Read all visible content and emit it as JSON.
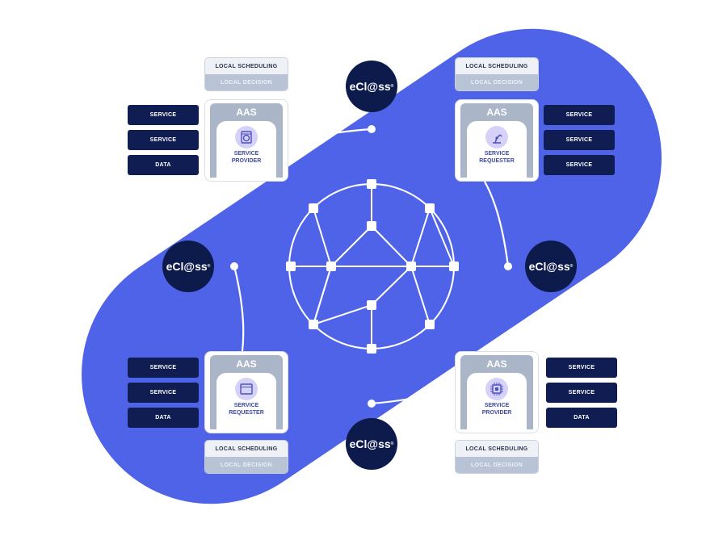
{
  "colors": {
    "blob": "#4f63e8",
    "navy": "#0f1d52",
    "line": "#ffffff"
  },
  "eclass_label": "eCl@ss",
  "eclass_mark": "®",
  "nodes": [
    {
      "id": "top-left",
      "aas": "AAS",
      "role": [
        "SERVICE",
        "PROVIDER"
      ],
      "icon": "washing-machine-icon",
      "buttons": [
        "SERVICE",
        "SERVICE",
        "DATA"
      ],
      "scheduling": "LOCAL SCHEDULING",
      "decision": "LOCAL DECISION"
    },
    {
      "id": "top-right",
      "aas": "AAS",
      "role": [
        "SERVICE",
        "REQUESTER"
      ],
      "icon": "robot-arm-icon",
      "buttons": [
        "SERVICE",
        "SERVICE",
        "SERVICE"
      ],
      "scheduling": "LOCAL SCHEDULING",
      "decision": "LOCAL DECISION"
    },
    {
      "id": "bottom-left",
      "aas": "AAS",
      "role": [
        "SERVICE",
        "REQUESTER"
      ],
      "icon": "browser-window-icon",
      "buttons": [
        "SERVICE",
        "SERVICE",
        "DATA"
      ],
      "scheduling": "LOCAL SCHEDULING",
      "decision": "LOCAL DECISION"
    },
    {
      "id": "bottom-right",
      "aas": "AAS",
      "role": [
        "SERVICE",
        "PROVIDER"
      ],
      "icon": "chip-icon",
      "buttons": [
        "SERVICE",
        "SERVICE",
        "DATA"
      ],
      "scheduling": "LOCAL SCHEDULING",
      "decision": "LOCAL DECISION"
    }
  ]
}
